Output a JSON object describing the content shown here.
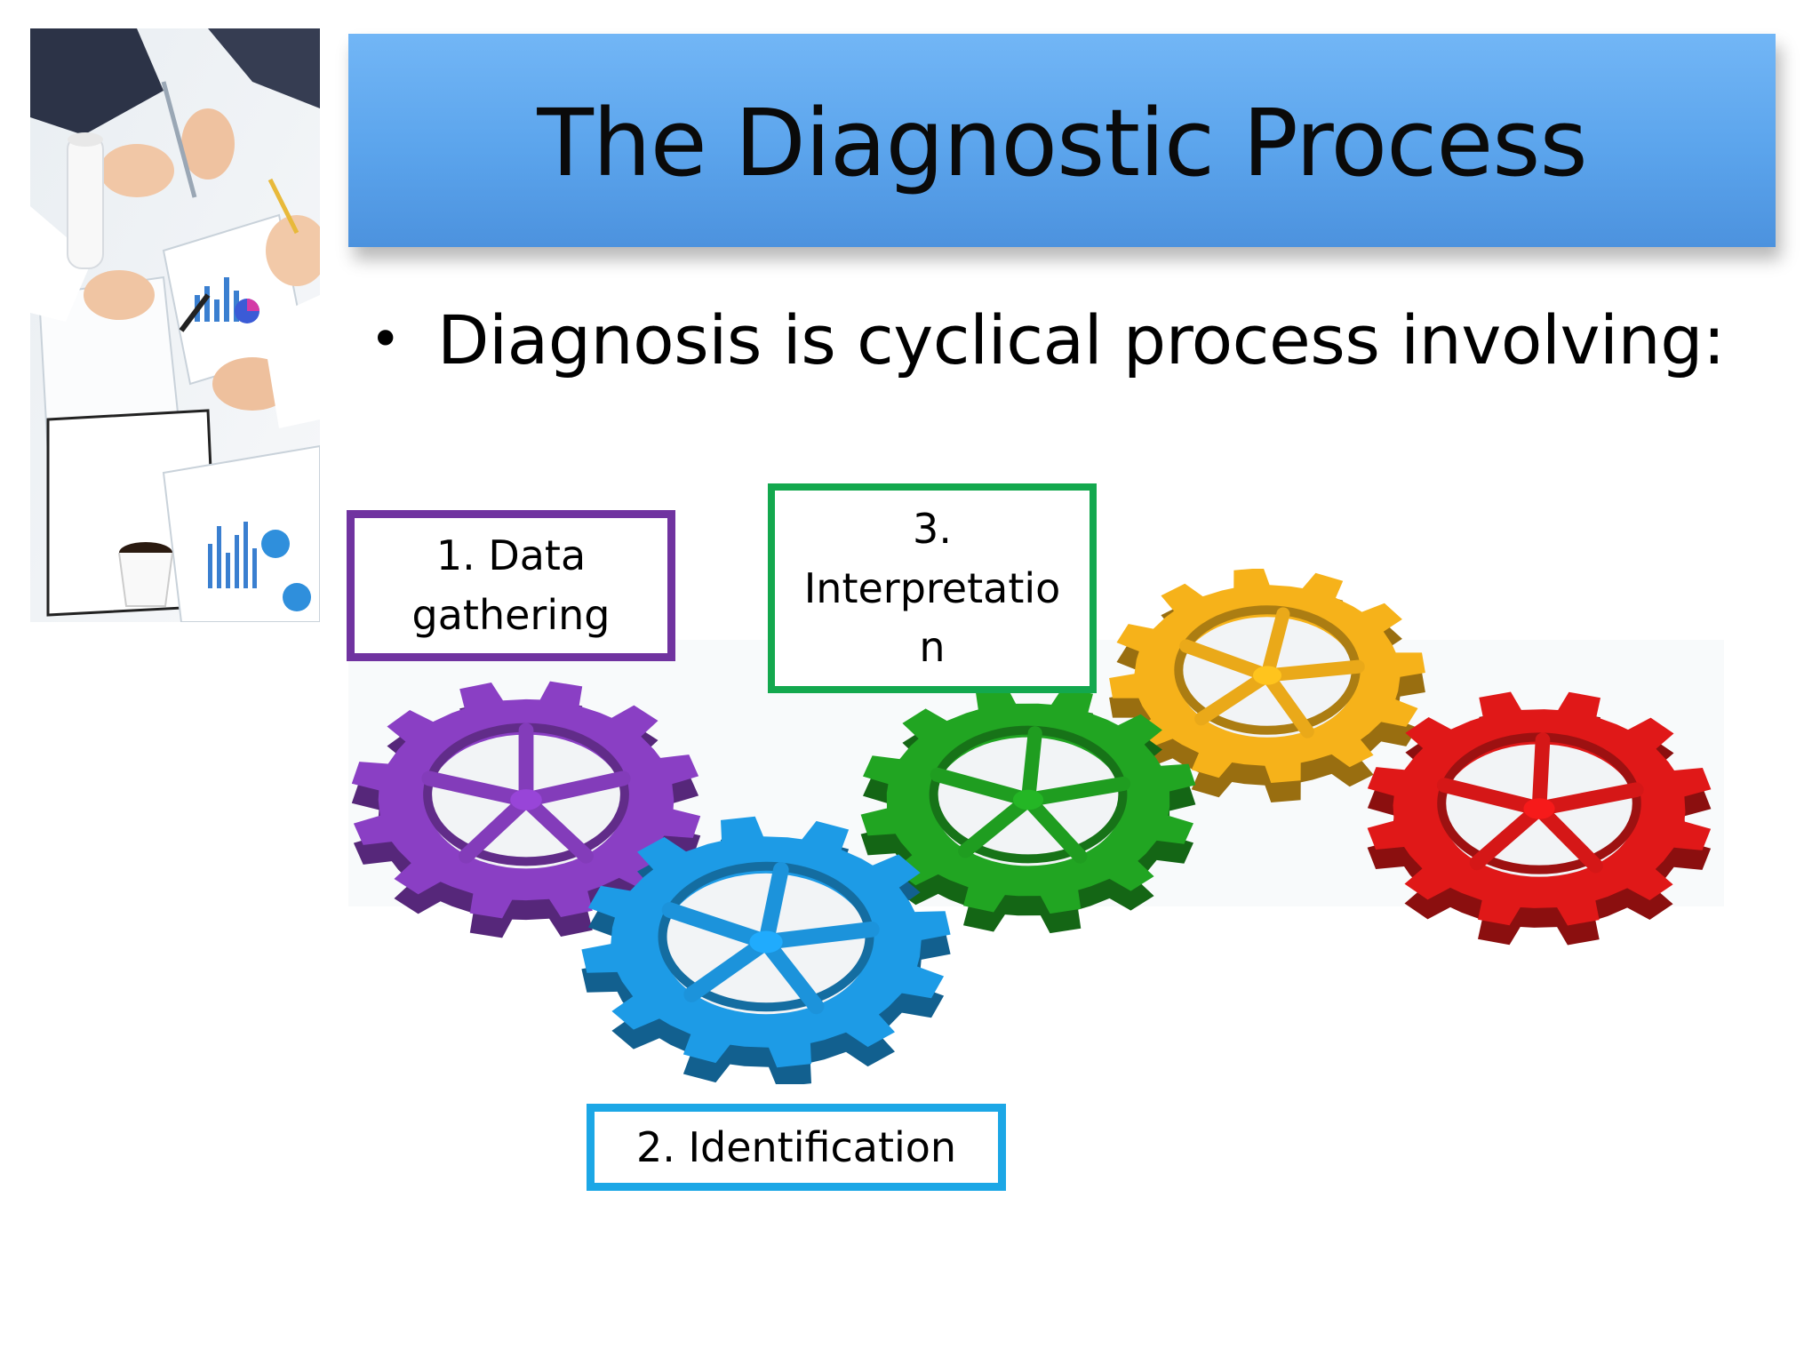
{
  "slide": {
    "title": "The Diagnostic Process",
    "bullet": "Diagnosis is cyclical process involving:"
  },
  "steps": [
    {
      "label": "1. Data\ngathering",
      "color": "#7033a0"
    },
    {
      "label": "2. Identification",
      "color": "#1ca7e6"
    },
    {
      "label": "3.\nInterpretatio\nn",
      "color": "#13a84e"
    }
  ],
  "gears": [
    {
      "name": "purple-gear",
      "color": "#8a3fc4"
    },
    {
      "name": "blue-gear",
      "color": "#1d9be6"
    },
    {
      "name": "green-gear",
      "color": "#21a522"
    },
    {
      "name": "yellow-gear",
      "color": "#f6b21a"
    },
    {
      "name": "red-gear",
      "color": "#e01818"
    }
  ],
  "colors": {
    "title_bar": "#5ba4ec",
    "background": "#ffffff"
  },
  "images": {
    "photo": "business-meeting-photo"
  }
}
